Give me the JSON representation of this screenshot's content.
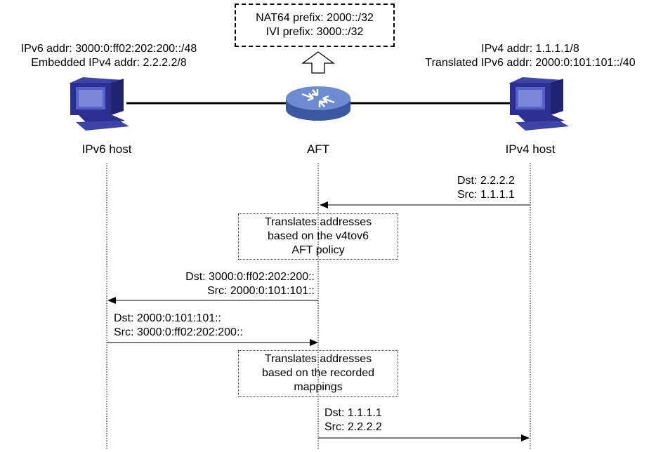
{
  "prefix_box": {
    "nat64": "NAT64 prefix: 2000::/32",
    "ivi": "IVI prefix: 3000::/32"
  },
  "ipv6_host": {
    "label": "IPv6 host",
    "addr": "IPv6 addr: 3000:0:ff02:202:200::/48",
    "embedded": "Embedded IPv4 addr: 2.2.2.2/8"
  },
  "aft": {
    "label": "AFT"
  },
  "ipv4_host": {
    "label": "IPv4 host",
    "addr": "IPv4 addr: 1.1.1.1/8",
    "translated": "Translated IPv6 addr: 2000:0:101:101::/40"
  },
  "messages": [
    {
      "dst": "Dst: 2.2.2.2",
      "src": "Src: 1.1.1.1"
    },
    {
      "dst": "Dst: 3000:0:ff02:202:200::",
      "src": "Src: 2000:0:101:101::"
    },
    {
      "dst": "Dst: 2000:0:101:101::",
      "src": "Src: 3000:0:ff02:202:200::"
    },
    {
      "dst": "Dst: 1.1.1.1",
      "src": "Src: 2.2.2.2"
    }
  ],
  "notes": [
    {
      "lines": [
        "Translates addresses",
        "based on the v4tov6",
        "AFT policy"
      ]
    },
    {
      "lines": [
        "Translates addresses",
        "based on the recorded",
        "mappings"
      ]
    }
  ],
  "colors": {
    "computer_body": "#2b2f8f",
    "computer_screen": "#4a55c0",
    "router": "#4f6fb5"
  }
}
